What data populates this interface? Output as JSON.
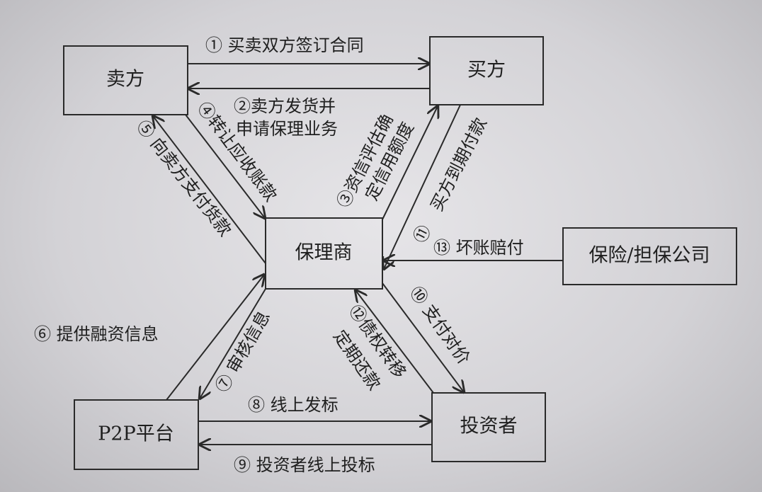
{
  "nodes": {
    "seller": "卖方",
    "buyer": "买方",
    "factor": "保理商",
    "insurer": "保险/担保公司",
    "p2p": "P2P平台",
    "investor": "投资者"
  },
  "steps": {
    "s1": "① 买卖双方签订合同",
    "s2a": "②卖方发货并",
    "s2b": "申请保理业务",
    "s3a": "③资信评估确",
    "s3b": "定信用额度",
    "s4": "④转让应收账款",
    "s5": "⑤ 向卖方支付货款",
    "s6": "⑥ 提供融资信息",
    "s7": "⑦ 审核信息",
    "s8": "⑧ 线上发标",
    "s9": "⑨ 投资者线上投标",
    "s10": "⑩ 支付对价",
    "s11": "⑪",
    "s11b": "买方到期付款",
    "s12a": "⑫债权转移",
    "s12b": "定期还款",
    "s13": "⑬ 坏账赔付"
  }
}
